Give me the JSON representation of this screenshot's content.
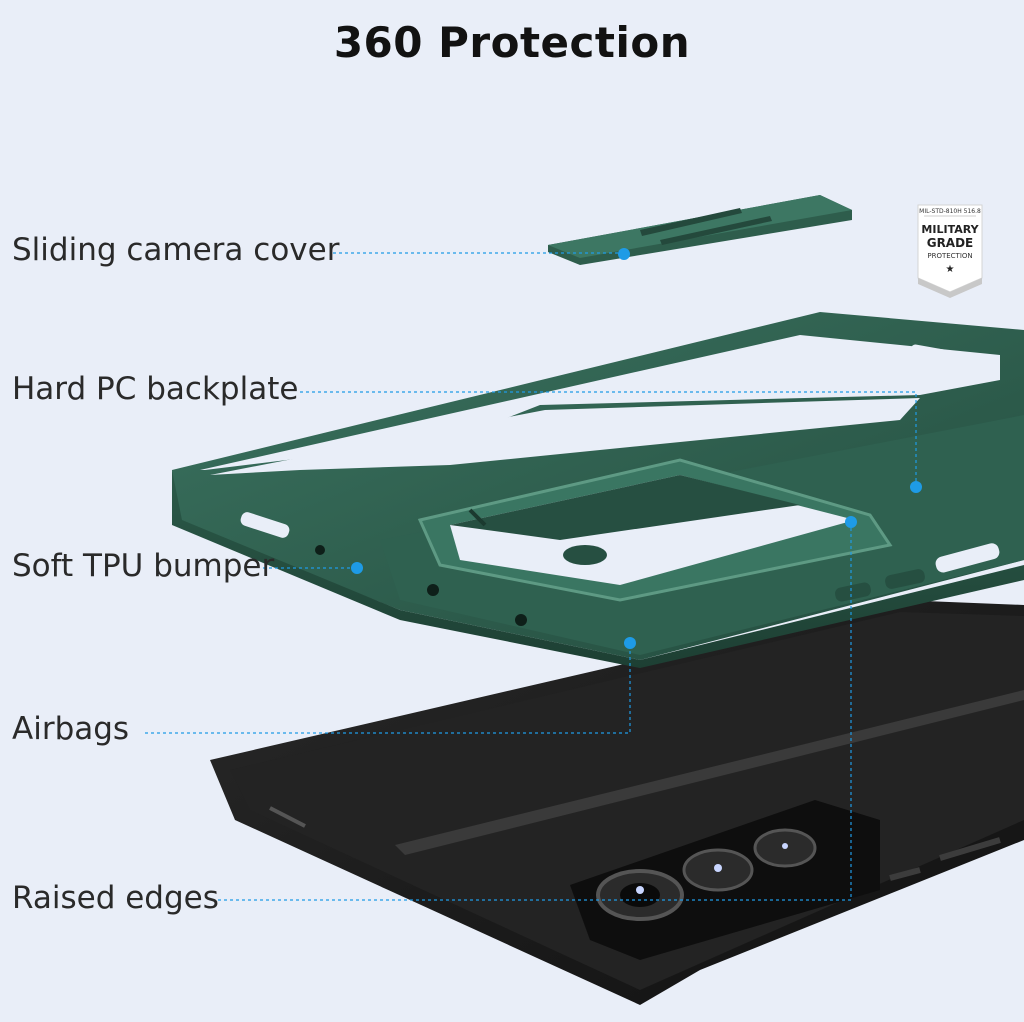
{
  "title": "360 Protection",
  "callouts": [
    {
      "id": "camera-cover",
      "label": "Sliding camera cover"
    },
    {
      "id": "backplate",
      "label": "Hard PC backplate"
    },
    {
      "id": "bumper",
      "label": "Soft TPU bumper"
    },
    {
      "id": "airbags",
      "label": "Airbags"
    },
    {
      "id": "edges",
      "label": "Raised edges"
    }
  ],
  "badge": {
    "line1": "MIL-STD-810H 516.8",
    "line2": "MILITARY",
    "line3": "GRADE",
    "line4": "PROTECTION",
    "star": "★"
  },
  "colors": {
    "background": "#e9eef8",
    "case_green": "#2e5d4c",
    "phone_black": "#1b1b1b",
    "callout_blue": "#1e9be6"
  }
}
